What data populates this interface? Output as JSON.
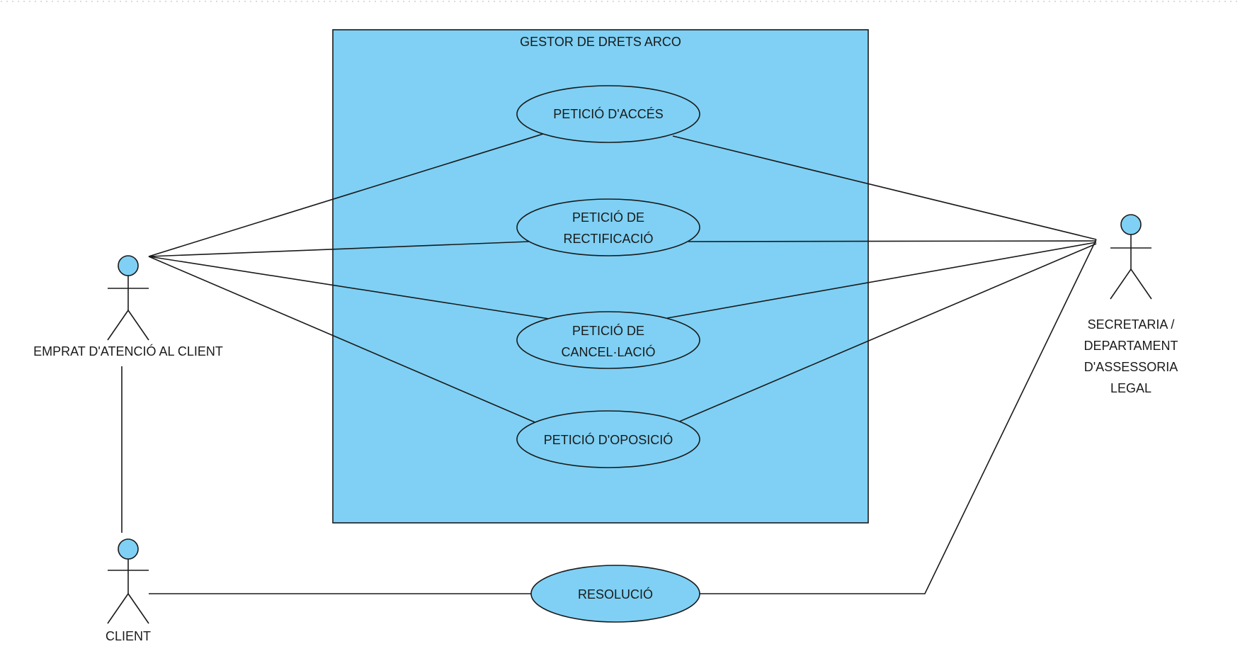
{
  "diagram": {
    "system": {
      "title": "GESTOR DE DRETS ARCO"
    },
    "use_cases": {
      "acces": [
        "PETICIÓ D'ACCÉS"
      ],
      "rectificacio": [
        "PETICIÓ DE",
        "RECTIFICACIÓ"
      ],
      "cancelacio": [
        "PETICIÓ DE",
        "CANCEL·LACIÓ"
      ],
      "oposicio": [
        "PETICIÓ D'OPOSICIÓ"
      ],
      "resolucio": [
        "RESOLUCIÓ"
      ]
    },
    "actors": {
      "emprat": [
        "EMPRAT D'ATENCIÓ AL CLIENT"
      ],
      "client": [
        "CLIENT"
      ],
      "secretaria": [
        "SECRETARIA /",
        "DEPARTAMENT",
        "D'ASSESSORIA",
        "LEGAL"
      ]
    },
    "colors": {
      "system_fill": "#7fd0f4",
      "use_case_fill": "#7fd0f4",
      "actor_head_fill": "#7fd0f4",
      "stroke": "#1a1a1a"
    }
  }
}
